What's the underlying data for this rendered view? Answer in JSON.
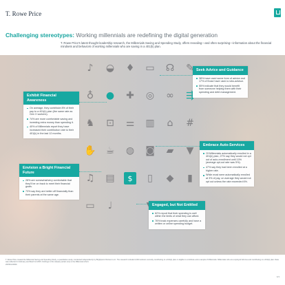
{
  "header": {
    "logo": "T. Rowe Price",
    "title_lead": "Challenging stereotypes:",
    "title_rest": " Working millennials are redefining the digital generation",
    "subtitle": "T. Rowe Price's latest thought leadership research, the Millennials Saving and Spending Study, offers revealing—and often surprising—information about the financial mindsets and behaviors of working millennials who are saving in a 401(k) plan."
  },
  "callouts": {
    "advice": {
      "heading": "Seek Advice and Guidance",
      "bullets": [
        "38% have used some form of advice and 17% of those have used a robo-advisor.",
        "55% indicate that they would benefit from someone helping them with their spending and debt management."
      ]
    },
    "awareness": {
      "heading": "Exhibit Financial Awareness",
      "bullets": [
        "On average, they contribute 8% of their pay to a 401(k) plan (the same rate as Gen X workers).",
        "74% are more comfortable saving and investing extra money than spending it.",
        "40% of Millennials report they have increased their contribution rate to their 401(k) in the last 12 months."
      ]
    },
    "auto": {
      "heading": "Embrace Auto-Services",
      "bullets": [
        "Of Millennials automatically enrolled in a 401(k) plan, 27% say they would not opt out of auto-enrollment until 10% (average opt-out rate was 5%).",
        "47% say they had been enrolled at a higher rate.",
        "While most were automatically enrolled at 3% of pay, on average they would not opt out unless the rate exceeded 6%."
      ]
    },
    "future": {
      "heading": "Envision a Bright Financial Future",
      "bullets": [
        "28% are somewhat/very comfortable that they'll be on track to meet their financial goals.",
        "73% say they are better off financially than their parents at the same age."
      ]
    },
    "engaged": {
      "heading": "Engaged, but Not Entitled",
      "bullets": [
        "62% report that their spending is well within the limits of what they can afford.",
        "76% track expenses carefully and have a written or online spending budget."
      ]
    }
  },
  "icons": [
    "earbuds-icon",
    "handbag-icon",
    "tie-icon",
    "wallet-icon",
    "headphones-icon",
    "pen-icon",
    "baby-bottle-icon",
    "piggy-bank-icon",
    "gamepad-icon",
    "bicycle-icon",
    "glasses-icon",
    "hashtag-icon",
    "dog-icon",
    "cart-icon",
    "dumbbell-icon",
    "chart-icon",
    "hanger-icon",
    "signpost-icon",
    "briefcase-icon",
    "cup-icon",
    "globe-icon",
    "coffee-icon",
    "car-icon",
    "music-icon",
    "thumbs-up-icon",
    "pizza-icon",
    "book-icon",
    "camera-icon",
    "folder-icon",
    "bell-icon",
    "laptop-icon",
    "guitar-icon",
    "dollar-icon",
    "shirt-icon",
    "cake-icon",
    "phone-icon"
  ],
  "colors": {
    "accent": "#18a8a1",
    "title_gray": "#6a747c"
  },
  "footer": {
    "note": "T. Rowe Price created the Millennial Saving and Spending Study, a quantitative study, conducted independently by Brightpoint Partners LLC. The research included 3,000 workers currently contributing to a 401(k) plan or eligible to contribute and a sample of Millennials. Millennials who are employed full-time and contributing to a 401(k) plan. Data was collected in February and March of 2015. Findings in this release pertain only to the Millennial cohort.",
    "id": "201504-00001",
    "page": "1/1"
  }
}
